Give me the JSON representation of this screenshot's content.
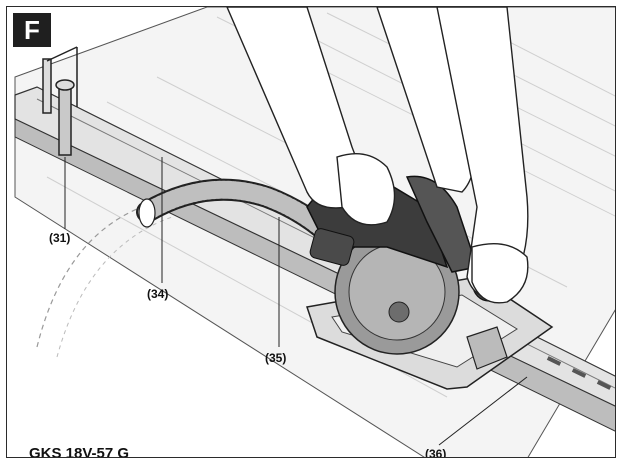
{
  "figure": {
    "letter": "F"
  },
  "callouts": [
    "(31)",
    "(34)",
    "(35)",
    "(36)"
  ],
  "model": "GKS 18V-57 G"
}
